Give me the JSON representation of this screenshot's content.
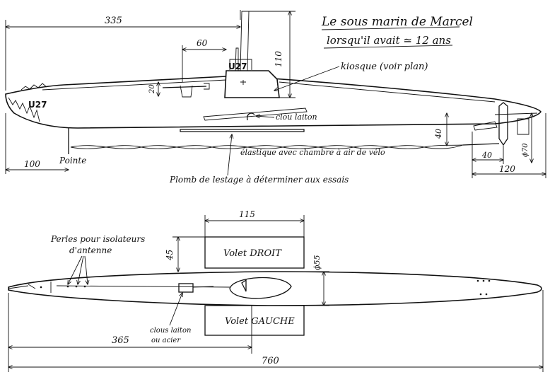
{
  "title": {
    "line1": "Le sous marin de Marcel",
    "line2": "lorsqu'il avait ≃ 12 ans"
  },
  "labels": {
    "hull_number_bow": "U27",
    "hull_number_tower": "U27",
    "kiosque": "kiosque (voir plan)",
    "clou_laiton": "clou laiton",
    "elastique": "élastique avec chambre à air de vélo",
    "plomb": "Plomb de lestage à déterminer aux essais",
    "pointe": "Pointe",
    "perles_line1": "Perles pour isolateurs",
    "perles_line2": "d'antenne",
    "volet_droit": "Volet DROIT",
    "volet_gauche": "Volet GAUCHE",
    "clous_line1": "clous laiton",
    "clous_line2": "ou acier"
  },
  "dimensions": {
    "d335": "335",
    "d60": "60",
    "d110": "110",
    "d20": "20",
    "d40_keel": "40",
    "d100": "100",
    "d40_prop": "40",
    "d120": "120",
    "dphi70": "ϕ70",
    "d115": "115",
    "d45": "45",
    "dphi55": "ϕ55",
    "d365": "365",
    "d760": "760"
  }
}
